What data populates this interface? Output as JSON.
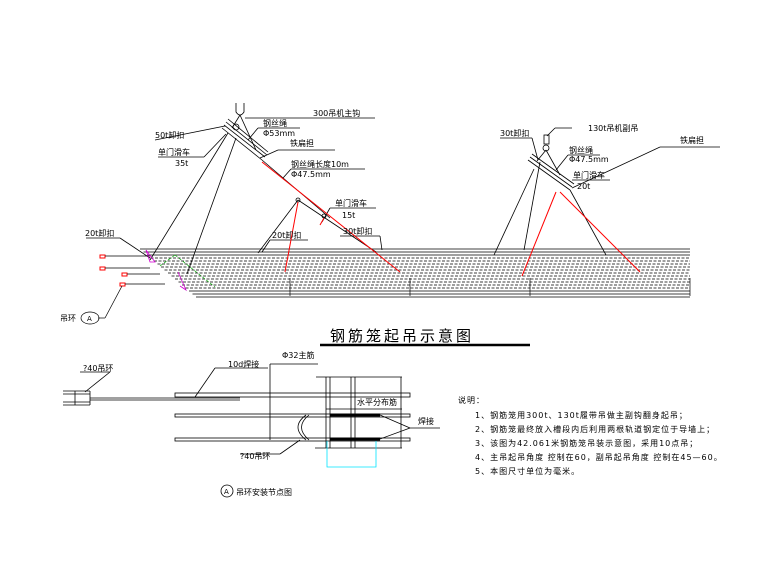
{
  "main_diagram": {
    "title": "钢筋笼起吊示意图",
    "main_hook": "300吊机主钩",
    "main_rope": "钢丝绳",
    "main_rope_dia": "Φ53mm",
    "main_shackle": "50t卸扣",
    "main_pulley": "单门滑车",
    "main_pulley_cap": "35t",
    "main_beam": "铁扁担",
    "rope_length": "钢丝绳长度10m",
    "rope_length_dia": "Φ47.5mm",
    "mid_pulley": "单门滑车",
    "mid_pulley_cap": "15t",
    "shackle_20t_a": "20t卸扣",
    "shackle_20t_b": "20t卸扣",
    "shackle_30t_a": "30t卸扣",
    "ring_label": "吊环",
    "ring_marker": "A",
    "aux_hook": "130t吊机副吊",
    "aux_shackle": "30t卸扣",
    "aux_rope": "钢丝绳",
    "aux_rope_dia": "Φ47.5mm",
    "aux_beam": "铁扁担",
    "aux_pulley": "单门滑车",
    "aux_pulley_cap": "20t"
  },
  "detail": {
    "ring_top": "?40吊环",
    "weld_10d": "10d焊接",
    "main_bar": "Φ32主筋",
    "horizontal_bar": "水平分布筋",
    "weld": "焊接",
    "ring_bottom": "?40吊环",
    "caption_marker": "A",
    "caption": "吊环安装节点图"
  },
  "notes": {
    "heading": "说明：",
    "items": [
      "1、钢筋笼用300t、130t履带吊做主副钩翻身起吊；",
      "2、钢筋笼最终放入槽段内后利用两根轨道钢定位于导墙上；",
      "3、该图为42.061米钢筋笼吊装示意图，采用10点吊；",
      "4、主吊起吊角度  控制在60，副吊起吊角度  控制在45—60。",
      "5、本图尺寸单位为毫米。"
    ]
  },
  "colors": {
    "line": "#000000",
    "rope": "#ff0000",
    "accent_cyan": "#00e5ff",
    "magenta": "#d000d0",
    "green": "#00b000"
  }
}
